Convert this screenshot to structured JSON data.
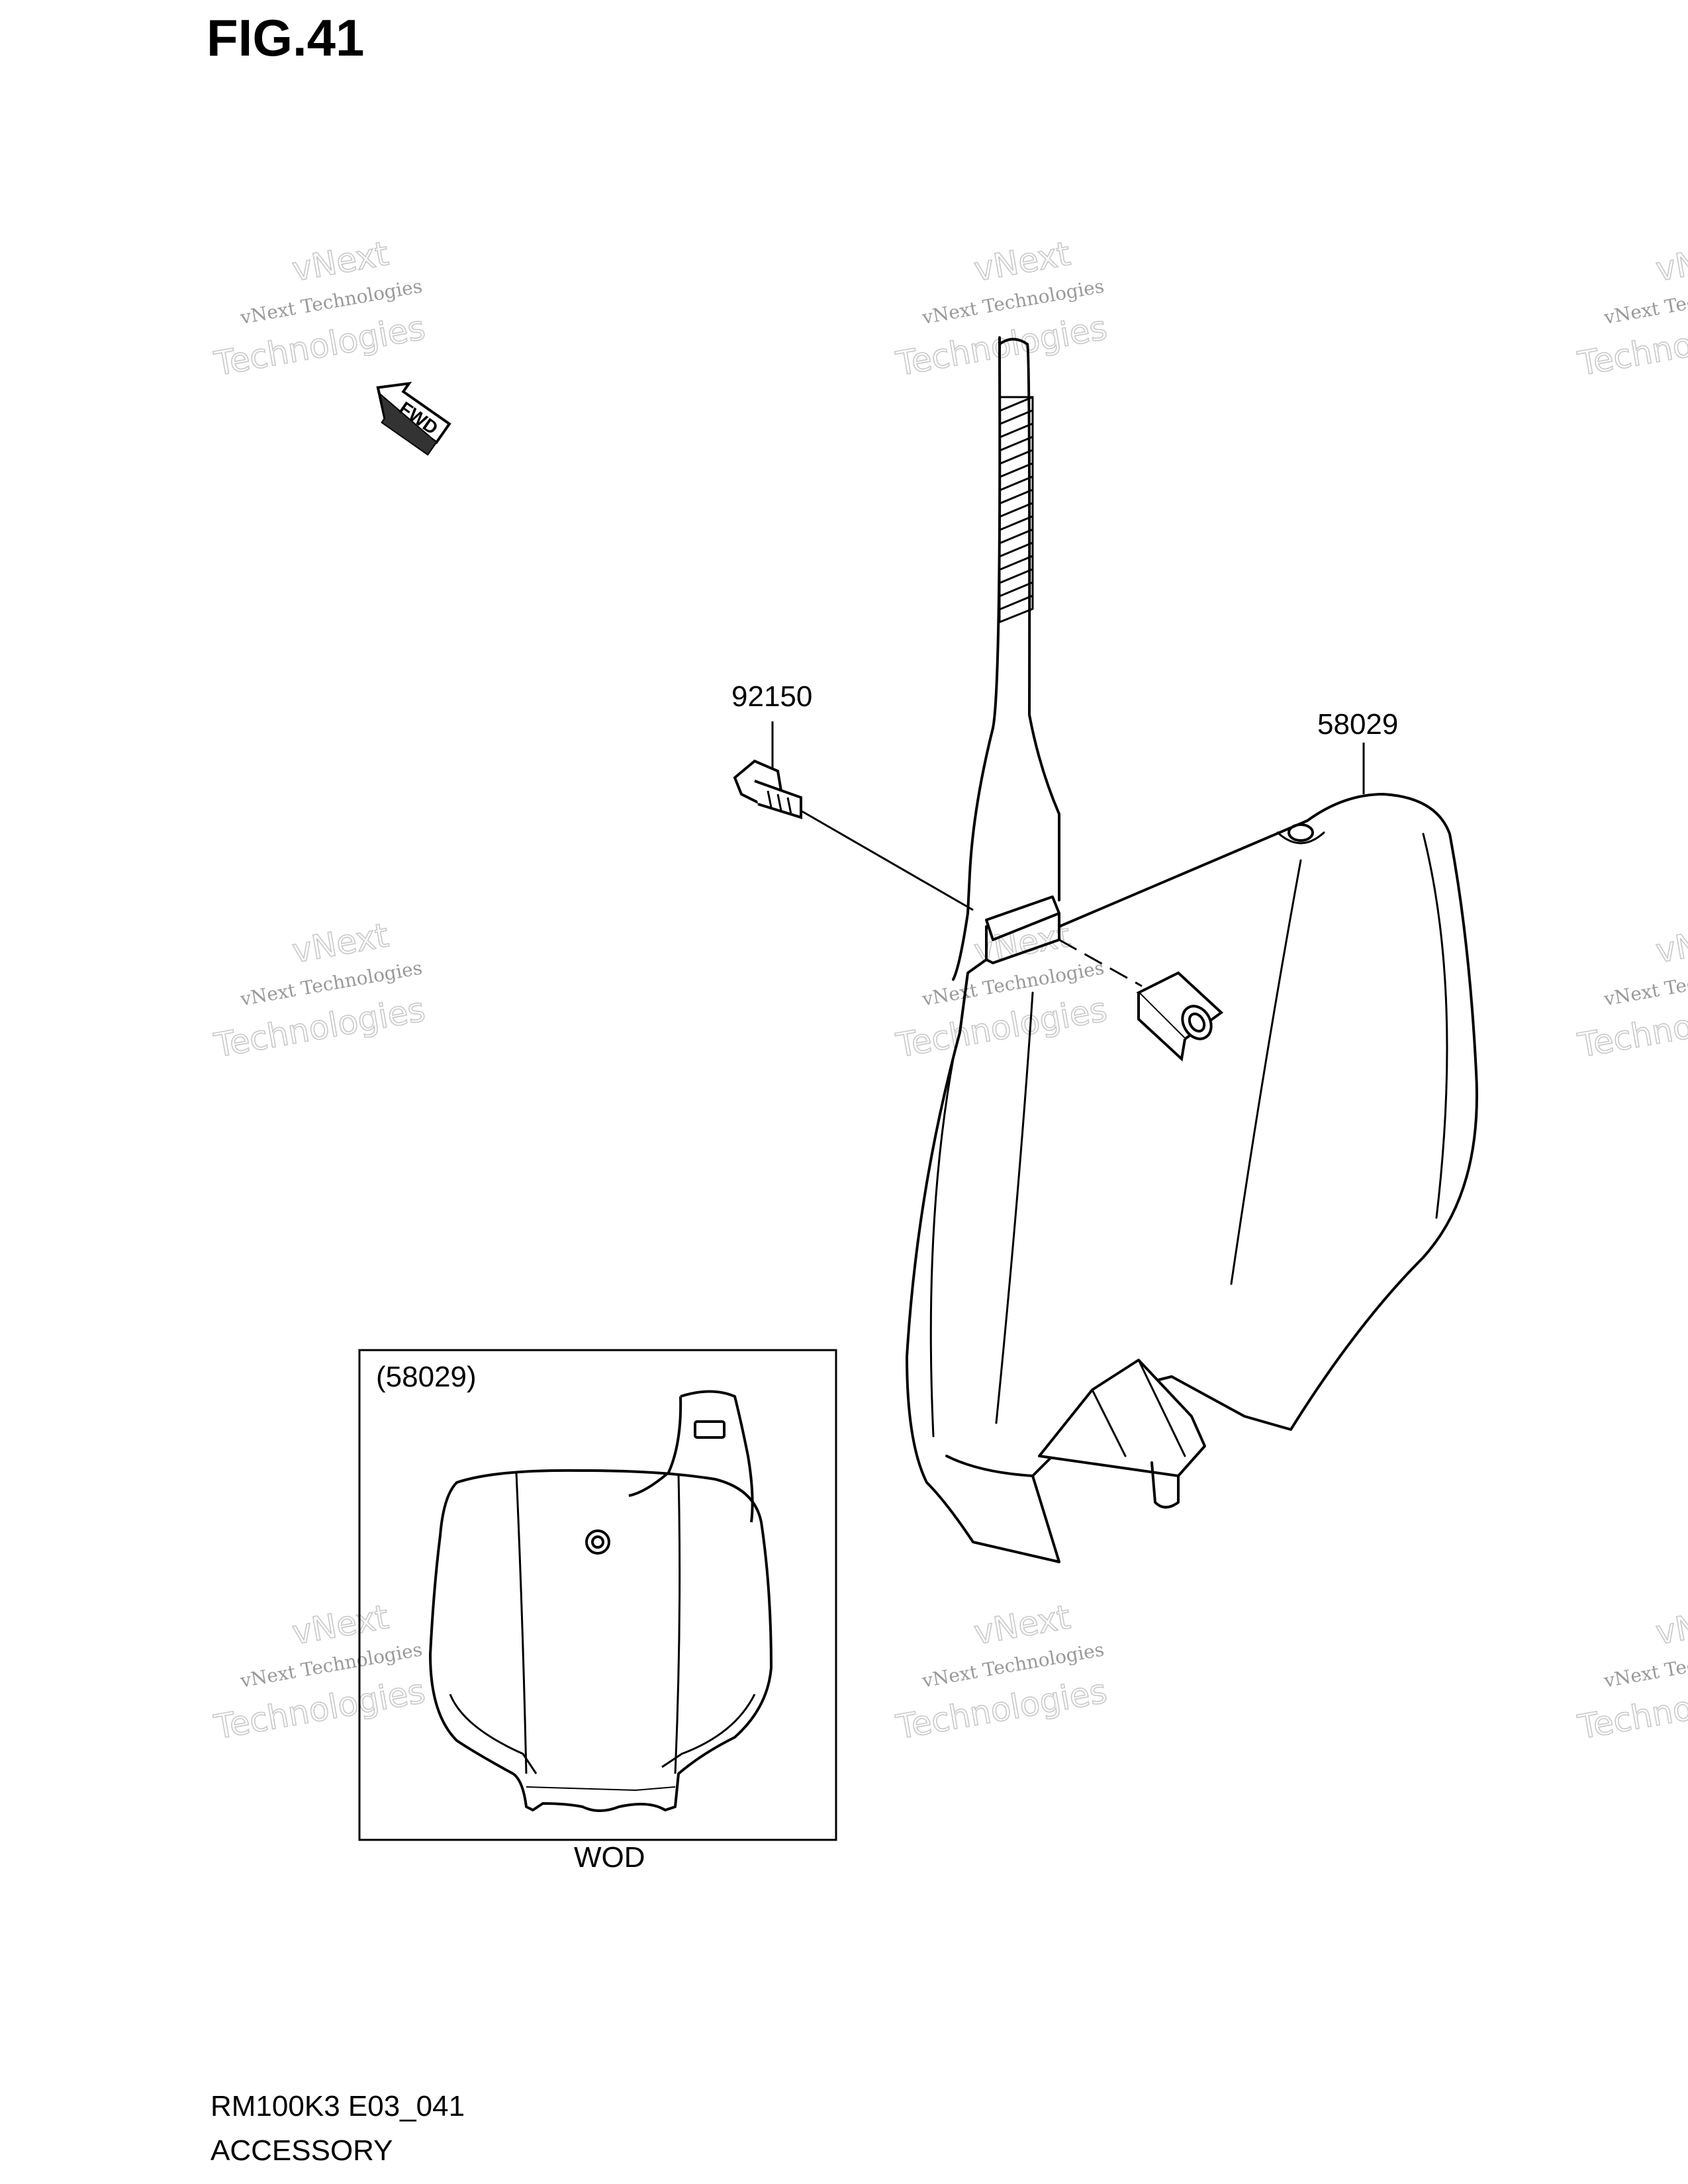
{
  "figure": {
    "title": "FIG.41",
    "fwd_label": "FWD"
  },
  "parts": {
    "bolt": "92150",
    "plate": "58029",
    "inset_ref": "(58029)",
    "inset_caption": "WOD"
  },
  "watermark": {
    "line1": "vNext Technologies",
    "line2": "vNext",
    "line3": "Technologies"
  },
  "footer": {
    "model_code": "RM100K3 E03_041",
    "section": "ACCESSORY"
  }
}
